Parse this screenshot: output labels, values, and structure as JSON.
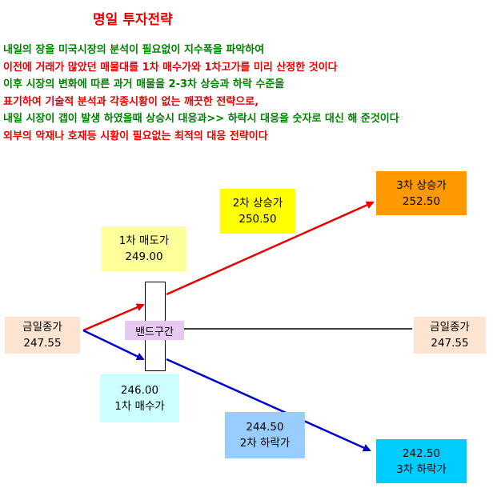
{
  "title": "명일 투자전략",
  "description": [
    {
      "text": "내일의 장을 미국시장의 분석이 필요없이 지수폭을 파악하여",
      "color": "#008000"
    },
    {
      "text": "이전에 거래가 많았던 매물대를 1차 매수가와 1차고가를 미리 산정한 것이다",
      "color": "#e60000"
    },
    {
      "text": "이후 시장의 변화에 따른 과거 매물을 2-3차 상승과 하락 수준을",
      "color": "#008000"
    },
    {
      "text": "표기하여 기술적  분석과 각종시황이 없는 깨끗한 전략으로,",
      "color": "#e60000"
    },
    {
      "text": "내일 시장이 갭이 발생 하였을때 상승시 대응과>> 하락시 대응을 숫자로 대신 해 준것이다",
      "color": "#008000"
    },
    {
      "text": "외부의 악재나 호재등  시황이 필요없는 최적의 대응 전략이다",
      "color": "#e60000"
    }
  ],
  "colors": {
    "up_line": "#e60000",
    "down_line": "#0000cc",
    "flat_line": "#000000",
    "close_box": "#fce4d0",
    "sell_box": "#ffff99",
    "up2_box": "#ffff00",
    "up3_box": "#ff9900",
    "buy_box": "#ccffff",
    "down2_box": "#99ccff",
    "down3_box": "#00ccff",
    "band_label": "#e6c8f0"
  },
  "diagram": {
    "close_left": {
      "label": "금일종가",
      "value": "247.55"
    },
    "close_right": {
      "label": "금일종가",
      "value": "247.55"
    },
    "band": {
      "label": "밴드구간"
    },
    "sell1": {
      "label": "1차 매도가",
      "value": "249.00"
    },
    "up2": {
      "label": "2차 상승가",
      "value": "250.50"
    },
    "up3": {
      "label": "3차 상승가",
      "value": "252.50"
    },
    "buy1": {
      "value": "246.00",
      "label": "1차 매수가"
    },
    "down2": {
      "value": "244.50",
      "label": "2차 하락가"
    },
    "down3": {
      "value": "242.50",
      "label": "3차 하락가"
    }
  }
}
